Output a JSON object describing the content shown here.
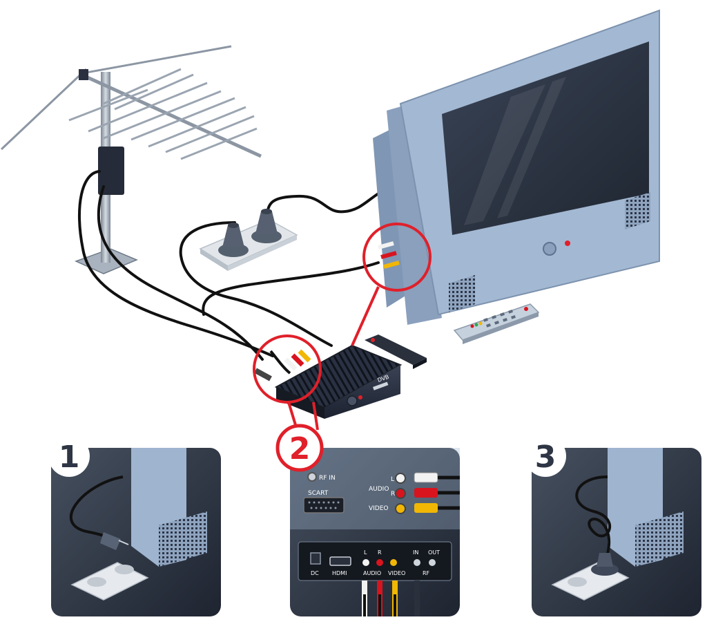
{
  "steps": {
    "step1": "1",
    "step2": "2",
    "step3": "3"
  },
  "receiver": {
    "logo": "DVB"
  },
  "side_panel": {
    "rf_in": "RF IN",
    "scart": "SCART",
    "audio": "AUDIO",
    "audio_l": "L",
    "audio_r": "R",
    "video": "VIDEO"
  },
  "back_panel": {
    "dc": "DC",
    "hdmi": "HDMI",
    "l": "L",
    "r": "R",
    "audio": "AUDIO",
    "video": "VIDEO",
    "in": "IN",
    "out": "OUT",
    "rf": "RF"
  },
  "colors": {
    "accent": "#e0202a",
    "tv_body": "#9fb4cf",
    "screen": "#2b3342",
    "panel_bg": "#2e3645",
    "cable": "#111111",
    "rca_white": "#f2f2f2",
    "rca_red": "#d8141e",
    "rca_yellow": "#f2b705"
  }
}
